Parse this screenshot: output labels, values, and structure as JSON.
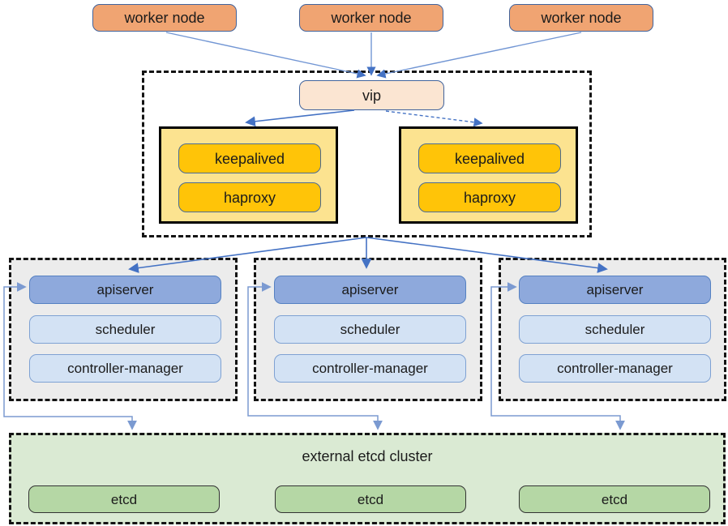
{
  "workers": [
    {
      "label": "worker node"
    },
    {
      "label": "worker node"
    },
    {
      "label": "worker node"
    }
  ],
  "vip": {
    "label": "vip"
  },
  "load_balancers": [
    {
      "items": [
        {
          "label": "keepalived"
        },
        {
          "label": "haproxy"
        }
      ]
    },
    {
      "items": [
        {
          "label": "keepalived"
        },
        {
          "label": "haproxy"
        }
      ]
    }
  ],
  "control_planes": [
    {
      "items": [
        {
          "label": "apiserver"
        },
        {
          "label": "scheduler"
        },
        {
          "label": "controller-manager"
        }
      ]
    },
    {
      "items": [
        {
          "label": "apiserver"
        },
        {
          "label": "scheduler"
        },
        {
          "label": "controller-manager"
        }
      ]
    },
    {
      "items": [
        {
          "label": "apiserver"
        },
        {
          "label": "scheduler"
        },
        {
          "label": "controller-manager"
        }
      ]
    }
  ],
  "etcd_cluster": {
    "title": "external etcd cluster",
    "nodes": [
      {
        "label": "etcd"
      },
      {
        "label": "etcd"
      },
      {
        "label": "etcd"
      }
    ]
  },
  "edges": [
    {
      "from": "worker-node-1",
      "to": "vip",
      "style": "solid-arrow"
    },
    {
      "from": "worker-node-2",
      "to": "vip",
      "style": "solid-arrow"
    },
    {
      "from": "worker-node-3",
      "to": "vip",
      "style": "solid-arrow"
    },
    {
      "from": "vip",
      "to": "lb-group-1",
      "style": "solid-arrow"
    },
    {
      "from": "vip",
      "to": "lb-group-2",
      "style": "dashed-arrow"
    },
    {
      "from": "lb-cluster",
      "to": "apiserver-1",
      "style": "solid-arrow"
    },
    {
      "from": "lb-cluster",
      "to": "apiserver-2",
      "style": "solid-arrow"
    },
    {
      "from": "lb-cluster",
      "to": "apiserver-3",
      "style": "solid-arrow"
    },
    {
      "from": "apiserver-1",
      "to": "etcd-cluster",
      "style": "elbow-double-arrow"
    },
    {
      "from": "apiserver-2",
      "to": "etcd-cluster",
      "style": "elbow-double-arrow"
    },
    {
      "from": "apiserver-3",
      "to": "etcd-cluster",
      "style": "elbow-double-arrow"
    }
  ],
  "colors": {
    "worker_fill": "#F0A472",
    "vip_fill": "#FBE5D2",
    "lb_group_fill": "#FCE390",
    "gold_fill": "#FFC408",
    "apiserver_fill": "#8EA9DC",
    "light_blue_fill": "#D3E2F4",
    "cp_container_fill": "#ECECEC",
    "etcd_container_fill": "#DAEAD3",
    "etcd_fill": "#B5D7A5",
    "arrow_strong": "#4472C4",
    "arrow_light": "#7B9AD1",
    "dashed_border": "#141414",
    "blue_border": "#41639C"
  }
}
